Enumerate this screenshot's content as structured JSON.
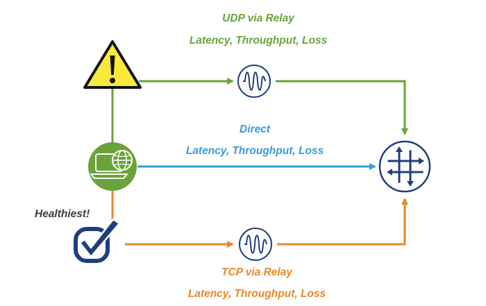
{
  "colors": {
    "udp": "#69a33a",
    "direct": "#3a9ad9",
    "tcp": "#e8862b",
    "navy": "#1f3f7a",
    "warning_fill": "#f7ea3a",
    "healthiest_text": "#3d3d3d"
  },
  "icons": {
    "warning": "warning-triangle-icon",
    "client": "laptop-globe-icon",
    "check": "checkmark-icon",
    "relay": "signal-wave-icon",
    "destination": "router-arrows-icon"
  },
  "paths": {
    "udp": {
      "title": "UDP via Relay",
      "metrics": "Latency, Throughput, Loss"
    },
    "direct": {
      "title": "Direct",
      "metrics": "Latency, Throughput, Loss"
    },
    "tcp": {
      "title": "TCP via Relay",
      "metrics": "Latency, Throughput, Loss"
    }
  },
  "healthiest_label": "Healthiest!"
}
